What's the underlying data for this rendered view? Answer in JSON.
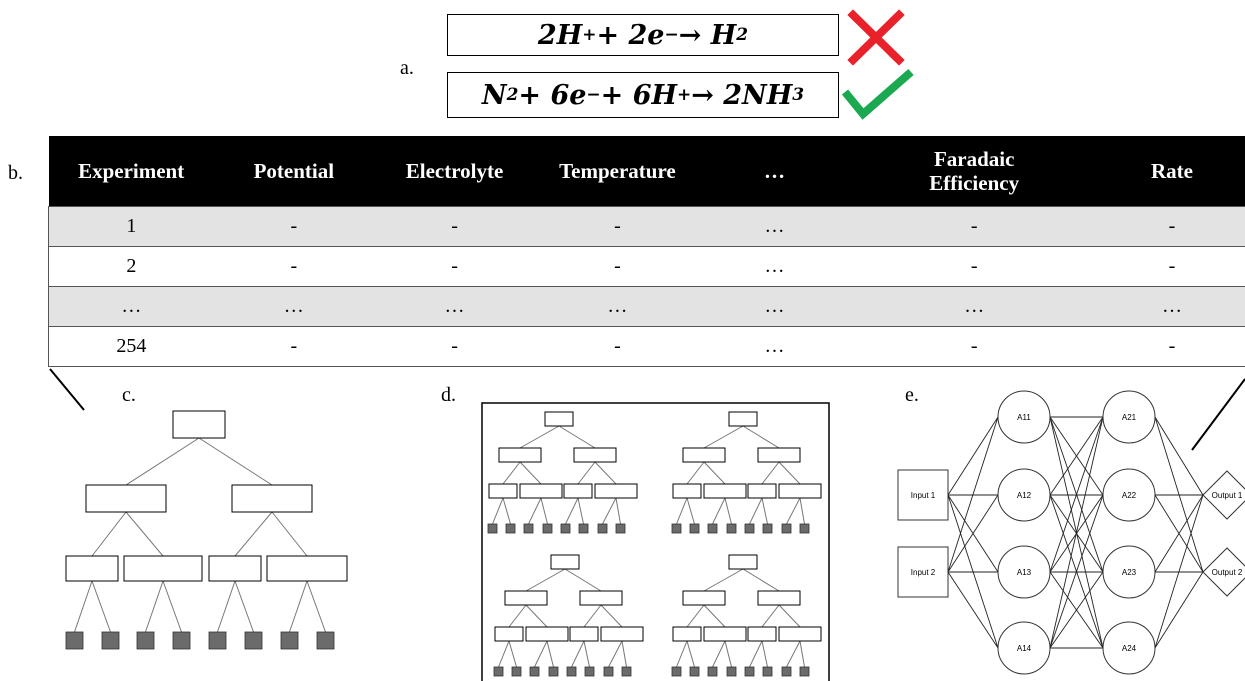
{
  "labels": {
    "a": "a.",
    "b": "b.",
    "c": "c.",
    "d": "d.",
    "e": "e."
  },
  "equations": {
    "eq1": {
      "lhs_H": "2H",
      "lhs_plus": "+",
      "mid": " + 2e",
      "mid_minus": "−",
      "arrow": " → H",
      "sub": "2",
      "status": "rejected",
      "status_icon": "red-x-icon"
    },
    "eq2": {
      "a": "N",
      "a_sub": "2",
      "b": " + 6e",
      "b_sup": "−",
      "c": " + 6H",
      "c_sup": "+",
      "d": " → 2NH",
      "d_sub": "3",
      "status": "accepted",
      "status_icon": "green-check-icon"
    }
  },
  "table": {
    "headers": [
      "Experiment",
      "Potential",
      "Electrolyte",
      "Temperature",
      "…",
      "Faradaic Efficiency",
      "Rate"
    ],
    "rows": [
      [
        "1",
        "-",
        "-",
        "-",
        "…",
        "-",
        "-"
      ],
      [
        "2",
        "-",
        "-",
        "-",
        "…",
        "-",
        "-"
      ],
      [
        "…",
        "…",
        "…",
        "…",
        "…",
        "…",
        "…"
      ],
      [
        "254",
        "-",
        "-",
        "-",
        "…",
        "-",
        "-"
      ]
    ]
  },
  "network": {
    "inputs": [
      "Input 1",
      "Input 2"
    ],
    "layer1": [
      "A11",
      "A12",
      "A13",
      "A14"
    ],
    "layer2": [
      "A21",
      "A22",
      "A23",
      "A24"
    ],
    "outputs": [
      "Output 1",
      "Output 2"
    ]
  },
  "colors": {
    "reject": "#e8212a",
    "accept": "#1aa850",
    "leaf": "#6b6b6b",
    "header": "#000000",
    "shade": "#e3e3e3"
  }
}
